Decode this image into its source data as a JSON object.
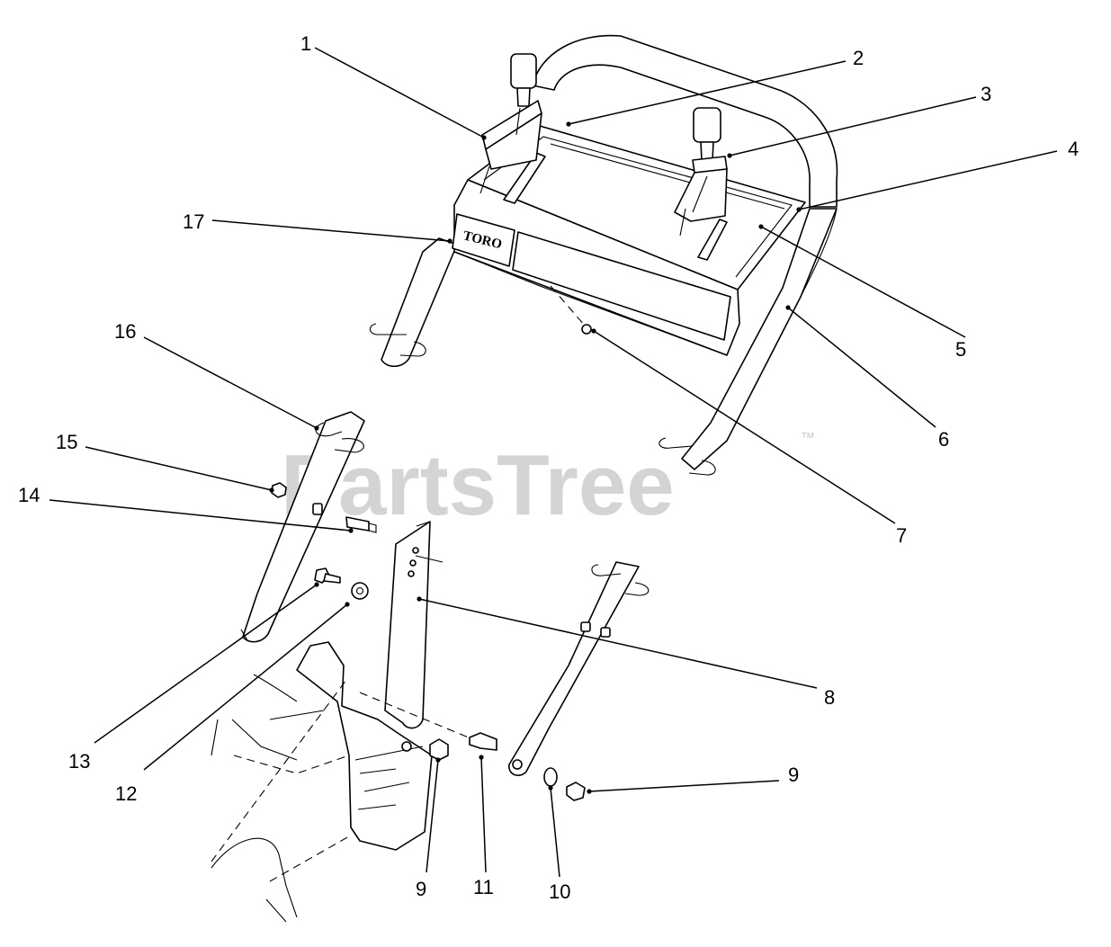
{
  "watermark": {
    "text": "PartsTree",
    "trademark": "™"
  },
  "decal_logo": "TORO",
  "callouts": [
    {
      "id": "c1",
      "label": "1"
    },
    {
      "id": "c2",
      "label": "2"
    },
    {
      "id": "c3",
      "label": "3"
    },
    {
      "id": "c4",
      "label": "4"
    },
    {
      "id": "c5",
      "label": "5"
    },
    {
      "id": "c6",
      "label": "6"
    },
    {
      "id": "c7",
      "label": "7"
    },
    {
      "id": "c8",
      "label": "8"
    },
    {
      "id": "c9a",
      "label": "9"
    },
    {
      "id": "c9b",
      "label": "9"
    },
    {
      "id": "c10",
      "label": "10"
    },
    {
      "id": "c11",
      "label": "11"
    },
    {
      "id": "c12",
      "label": "12"
    },
    {
      "id": "c13",
      "label": "13"
    },
    {
      "id": "c14",
      "label": "14"
    },
    {
      "id": "c15",
      "label": "15"
    },
    {
      "id": "c16",
      "label": "16"
    },
    {
      "id": "c17",
      "label": "17"
    }
  ]
}
